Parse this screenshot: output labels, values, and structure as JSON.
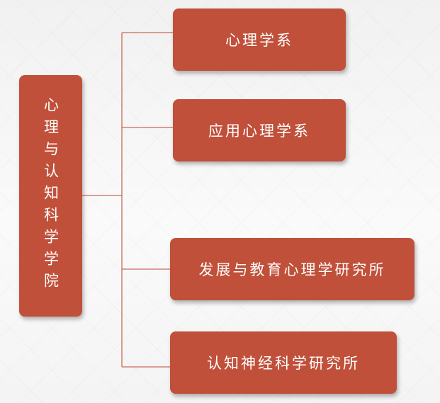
{
  "root": {
    "label": "心理与认知科学学院"
  },
  "children": [
    {
      "label": "心理学系"
    },
    {
      "label": "应用心理学系"
    },
    {
      "label": "发展与教育心理学研究所"
    },
    {
      "label": "认知神经科学研究所"
    }
  ],
  "colors": {
    "box": "#c0503a",
    "connector": "#c86a5a",
    "text": "#ffffff"
  }
}
